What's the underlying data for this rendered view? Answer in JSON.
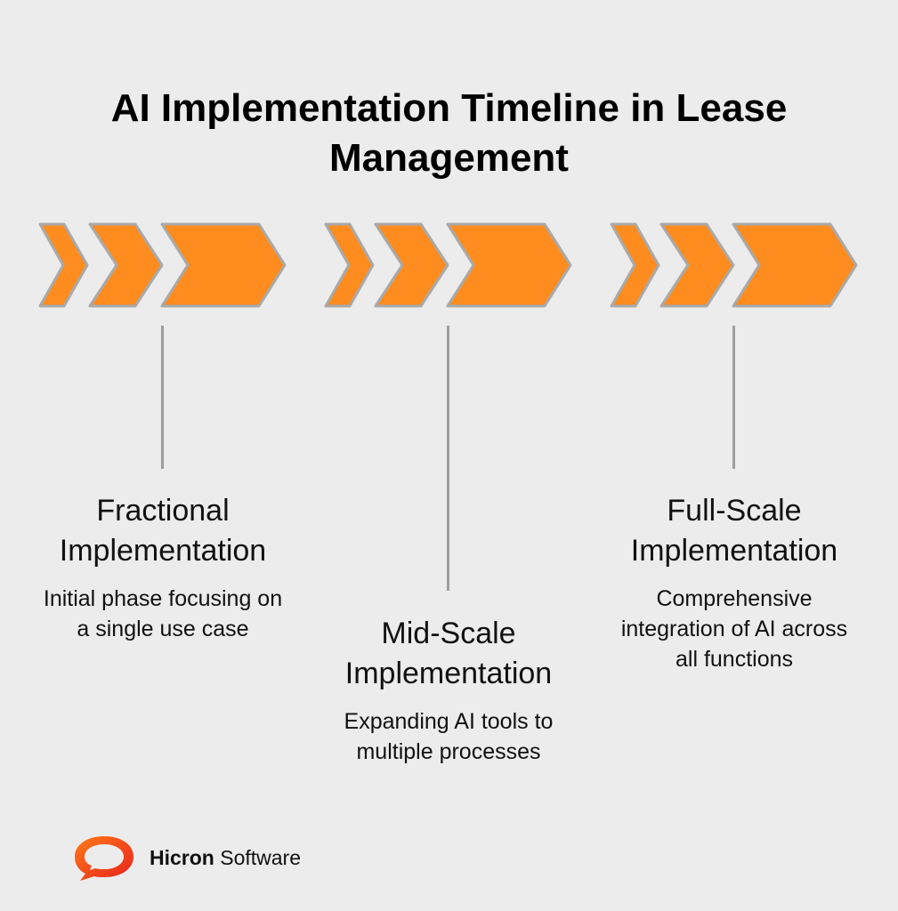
{
  "title": "AI Implementation Timeline in Lease Management",
  "colors": {
    "background": "#ececec",
    "chevron_fill": "#ff8c1f",
    "chevron_stroke": "#a9a9a9",
    "connector": "#9e9e9e",
    "logo_gradient": [
      "#ff7a1a",
      "#e8201c"
    ]
  },
  "phases": [
    {
      "title": "Fractional Implementation",
      "description": "Initial phase focusing on a single use case"
    },
    {
      "title": "Mid-Scale Implementation",
      "description": "Expanding AI tools to multiple processes"
    },
    {
      "title": "Full-Scale Implementation",
      "description": "Comprehensive integration of AI across all functions"
    }
  ],
  "brand": {
    "logo_icon": "speech-bubble-ring-icon",
    "name_bold": "Hicron",
    "name_regular": "Software"
  }
}
